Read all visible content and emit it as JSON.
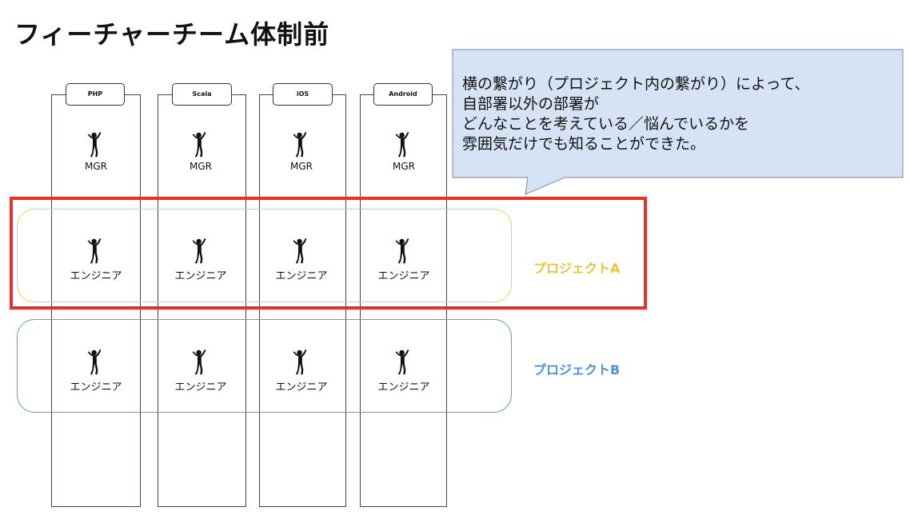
{
  "title": "フィーチャーチーム体制前",
  "teams": [
    "PHP",
    "Scala",
    "iOS",
    "Android"
  ],
  "roles": {
    "manager": "MGR",
    "engineer": "エンジニア"
  },
  "projects": [
    {
      "name": "プロジェクトA",
      "color": "#e9c53c"
    },
    {
      "name": "プロジェクトB",
      "color": "#4f92d8"
    }
  ],
  "highlight_color": "#e8312a",
  "callout": {
    "lines": [
      "横の繋がり（プロジェクト内の繋がり）によって、",
      "自部署以外の部署が",
      "どんなことを考えている／悩んでいるかを",
      "雰囲気だけでも知ることができた。"
    ],
    "fill": "#d5e3f4",
    "icon": "speech-bubble"
  },
  "icons": {
    "person": "dancing-person-icon"
  }
}
